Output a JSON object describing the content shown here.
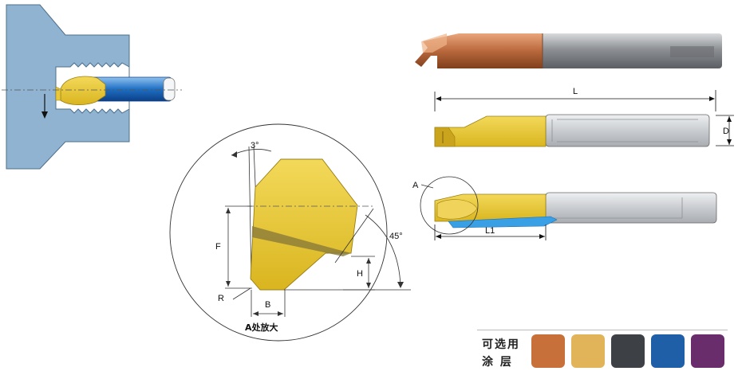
{
  "labels": {
    "L": "L",
    "D": "D",
    "A": "A",
    "L1": "L1",
    "angle_3": "3°",
    "F": "F",
    "H": "H",
    "angle_45": "45°",
    "R": "R",
    "B": "B",
    "detail_caption": "A处放大"
  },
  "coating": {
    "line1": "可选用",
    "line2": "涂 层",
    "swatches": [
      {
        "name": "copper",
        "color": "#c8703a"
      },
      {
        "name": "gold",
        "color": "#e2b45a"
      },
      {
        "name": "dark-gray",
        "color": "#3d4045"
      },
      {
        "name": "blue",
        "color": "#1f5fa8"
      },
      {
        "name": "purple",
        "color": "#6a2d6b"
      }
    ]
  },
  "colors": {
    "workpiece": "#8fb3d1",
    "carbide": "#e8c83a",
    "shank": "#d5d7da",
    "coolant": "#1e73c8",
    "copper": "#b86a3a"
  }
}
